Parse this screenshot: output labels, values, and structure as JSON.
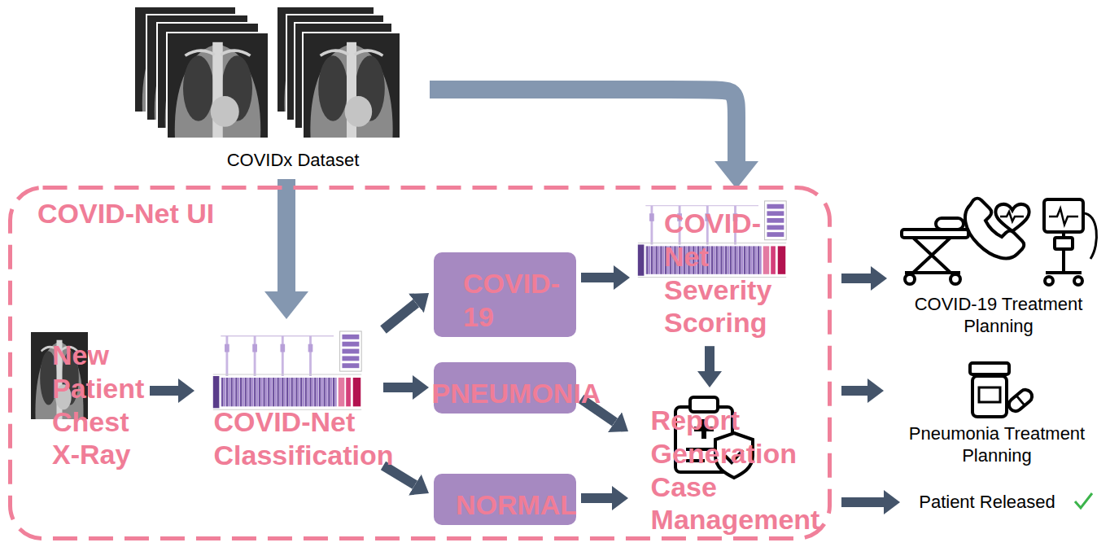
{
  "diagram": {
    "nodes": [
      {
        "text": [
          "COVIDx Dataset"
        ]
      },
      {
        "text": [
          "COVID-Net UI"
        ]
      },
      {
        "text": [
          "New Patient Chest X-Ray"
        ],
        "in": 1
      },
      {
        "text": [
          "COVID-Net Classification"
        ],
        "in": 1
      },
      {
        "text": [
          "COVID-19"
        ],
        "in": 1
      },
      {
        "text": [
          "PNEUMONIA"
        ],
        "in": 1
      },
      {
        "text": [
          "NORMAL"
        ],
        "in": 1
      },
      {
        "text": [
          "COVID-Net Severity Scoring"
        ],
        "in": 1
      },
      {
        "text": [
          "Report Generation Case Management"
        ],
        "in": 1
      },
      {
        "text": [
          "COVID-19 Treatment Planning"
        ]
      },
      {
        "text": [
          "Pneumonia Treatment Planning"
        ]
      },
      {
        "text": [
          "Patient Released"
        ]
      }
    ],
    "edges": [
      {
        "from": 0,
        "to": 3,
        "arrow": "to"
      },
      {
        "from": 0,
        "to": 7,
        "arrow": "to"
      },
      {
        "from": 2,
        "to": 3,
        "arrow": "to"
      },
      {
        "from": 3,
        "to": 4,
        "arrow": "to"
      },
      {
        "from": 3,
        "to": 5,
        "arrow": "to"
      },
      {
        "from": 3,
        "to": 6,
        "arrow": "to"
      },
      {
        "from": 4,
        "to": 7,
        "arrow": "to"
      },
      {
        "from": 5,
        "to": 8,
        "arrow": "to"
      },
      {
        "from": 6,
        "to": 8,
        "arrow": "to"
      },
      {
        "from": 7,
        "to": 8,
        "arrow": "to"
      },
      {
        "from": 1,
        "to": 9,
        "arrow": "to"
      },
      {
        "from": 1,
        "to": 10,
        "arrow": "to"
      },
      {
        "from": 1,
        "to": 11,
        "arrow": "to"
      }
    ]
  }
}
